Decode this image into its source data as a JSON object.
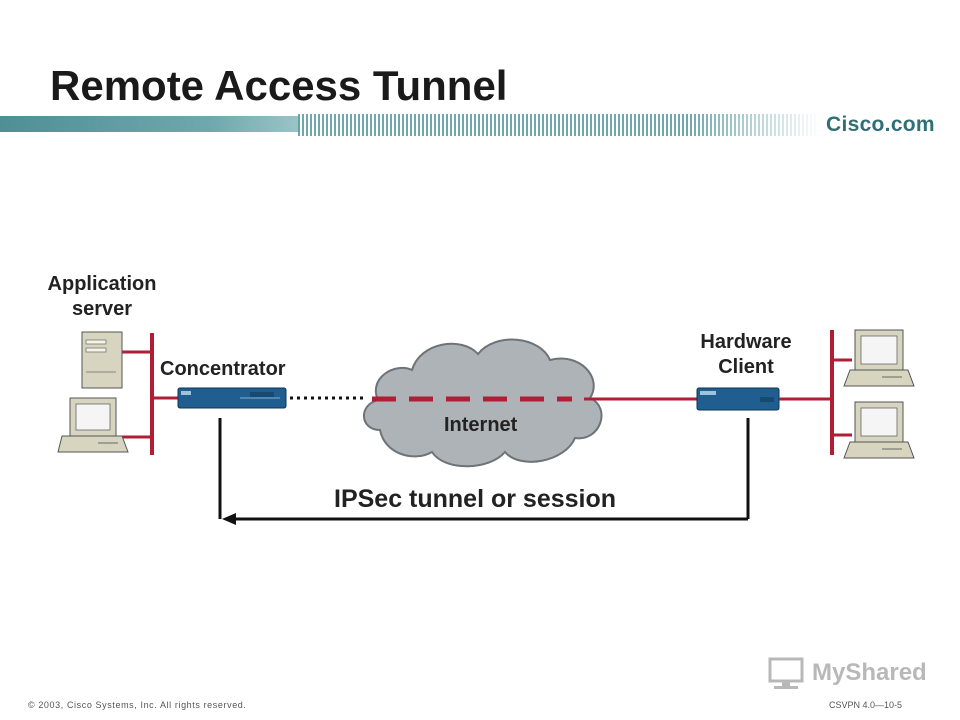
{
  "slide": {
    "title": "Remote Access Tunnel",
    "logo_text": "Cisco.com",
    "copyright": "© 2003, Cisco Systems, Inc. All rights reserved.",
    "course_code": "CSVPN 4.0—10-5"
  },
  "diagram": {
    "labels": {
      "app_server_line1": "Application",
      "app_server_line2": "server",
      "concentrator": "Concentrator",
      "hardware_client_line1": "Hardware",
      "hardware_client_line2": "Client",
      "internet": "Internet",
      "tunnel": "IPSec tunnel or session"
    },
    "colors": {
      "segment_line": "#b01e35",
      "device_blue": "#1f5e8e",
      "cloud": "#aeb3b8",
      "arrow": "#111111"
    }
  },
  "watermark": {
    "text": "MyShared"
  }
}
